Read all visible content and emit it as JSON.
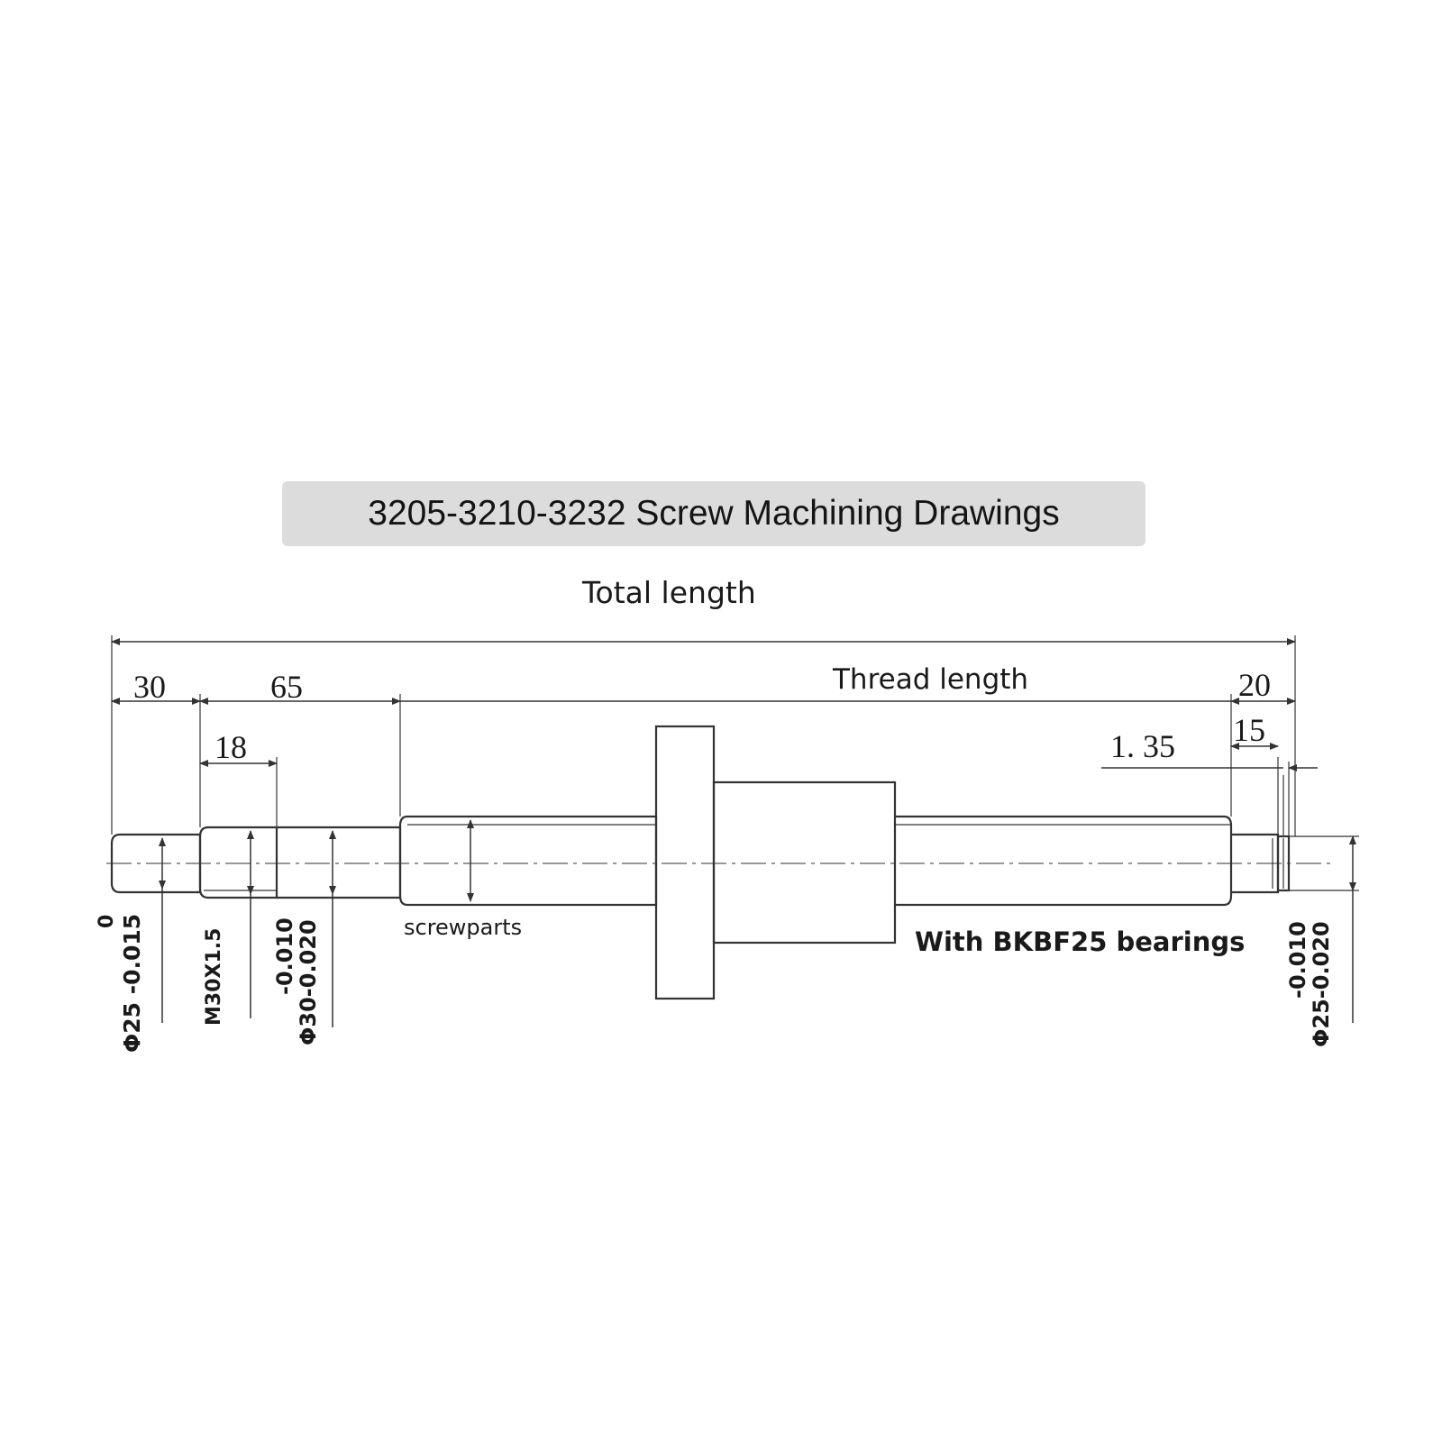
{
  "title": "3205-3210-3232 Screw Machining Drawings",
  "labels": {
    "total_length": "Total length",
    "thread_length": "Thread length",
    "screwparts": "screwparts",
    "bearings_note": "With BKBF25 bearings"
  },
  "dimensions": {
    "left_end": "30",
    "left_shoulder": "65",
    "thread_m30": "18",
    "right_end": "20",
    "right_journal": "15",
    "groove": "1. 35"
  },
  "tolerances": {
    "left_journal_upper": "0",
    "left_journal": "Φ25 -0.015",
    "thread_spec": "M30X1.5",
    "shoulder_upper": "-0.010",
    "shoulder": "Φ30-0.020",
    "right_journal_upper": "-0.010",
    "right_journal": "Φ25-0.020"
  }
}
